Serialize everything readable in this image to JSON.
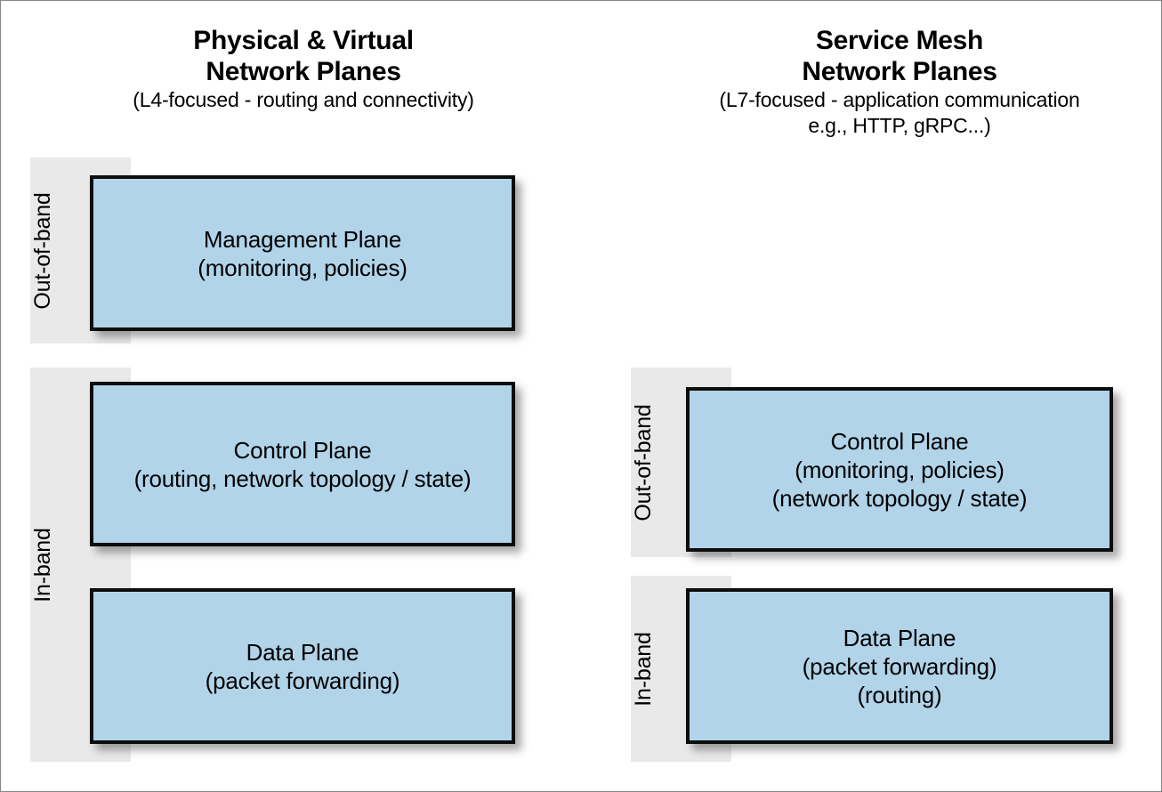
{
  "diagram": {
    "columns": [
      {
        "id": "physical-virtual",
        "heading": {
          "title_line1": "Physical & Virtual",
          "title_line2": "Network Planes",
          "subtitle_line1": "(L4-focused - routing and connectivity)",
          "subtitle_line2": "",
          "subtitle_line3": ""
        },
        "bands": [
          {
            "id": "out-of-band",
            "label": "Out-of-band"
          },
          {
            "id": "in-band",
            "label": "In-band"
          }
        ],
        "planes": [
          {
            "id": "management-plane",
            "band": "out-of-band",
            "line1": "Management Plane",
            "line2": "(monitoring, policies)",
            "line3": ""
          },
          {
            "id": "control-plane",
            "band": "in-band",
            "line1": "Control Plane",
            "line2": "(routing, network topology / state)",
            "line3": ""
          },
          {
            "id": "data-plane",
            "band": "in-band",
            "line1": "Data Plane",
            "line2": "(packet forwarding)",
            "line3": ""
          }
        ]
      },
      {
        "id": "service-mesh",
        "heading": {
          "title_line1": "Service Mesh",
          "title_line2": "Network Planes",
          "subtitle_line1": "(L7-focused - application communication",
          "subtitle_line2": "e.g., HTTP, gRPC...)",
          "subtitle_line3": ""
        },
        "bands": [
          {
            "id": "out-of-band",
            "label": "Out-of-band"
          },
          {
            "id": "in-band",
            "label": "In-band"
          }
        ],
        "planes": [
          {
            "id": "control-plane",
            "band": "out-of-band",
            "line1": "Control Plane",
            "line2": "(monitoring, policies)",
            "line3": "(network topology / state)"
          },
          {
            "id": "data-plane",
            "band": "in-band",
            "line1": "Data Plane",
            "line2": "(packet forwarding)",
            "line3": "(routing)"
          }
        ]
      }
    ],
    "colors": {
      "plane_fill": "#b1d4e9",
      "plane_border": "#0d0d0d",
      "band_fill": "#e9e9e9",
      "text": "#000000",
      "frame_border": "#888888",
      "background": "#ffffff"
    }
  }
}
